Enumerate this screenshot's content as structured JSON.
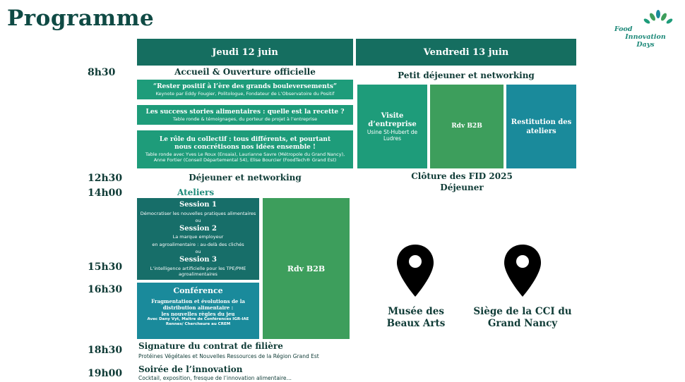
{
  "title": "Programme",
  "logo": {
    "line1": "Food",
    "line2": "Innovation",
    "line3": "Days"
  },
  "days": {
    "day1": "Jeudi 12 juin",
    "day2": "Vendredi 13 juin"
  },
  "times": {
    "t1": "8h30",
    "t2": "12h30",
    "t3": "14h00",
    "t4": "15h30",
    "t5": "16h30",
    "t6": "18h30",
    "t7": "19h00"
  },
  "day1": {
    "opening": "Accueil & Ouverture officielle",
    "talk1": {
      "title": "“Rester positif à l’ère des grands bouleversements”",
      "sub": "Keynote par Eddy Fougier, Politologue, Fondateur de L’Observatoire du Positif"
    },
    "talk2": {
      "title": "Les success stories alimentaires : quelle est la recette ?",
      "sub": "Table ronde & témoignages, du porteur de projet à l’entreprise"
    },
    "talk3": {
      "title": "Le rôle du collectif : tous différents, et pourtant nous concrétisons nos idées ensemble !",
      "sub": "Table ronde avec Yves Le Roux (Ensaia), Laurianne Savre (Métropole du Grand Nancy), Anne Fortier (Conseil Départemental 54), Elise Bourcier (FoodTech® Grand Est)"
    },
    "lunch": "Déjeuner et networking",
    "workshops": "Ateliers",
    "session1": {
      "title": "Session 1",
      "sub": "Démocratiser les nouvelles pratiques alimentaires"
    },
    "or1": "ou",
    "session2": {
      "title": "Session 2",
      "sub1": "La marque employeur",
      "sub2": "en agroalimentaire : au-delà des clichés"
    },
    "or2": "ou",
    "session3": {
      "title": "Session 3",
      "sub": "L’intelligence artificielle pour les TPE/PME agroalimentaires"
    },
    "rdv": "Rdv B2B",
    "conference": {
      "title": "Conférence",
      "line1": "Fragmentation et évolutions de la distribution alimentaire :",
      "line2": "les nouvelles règles du jeu",
      "speaker": "Avec Dany Vyt, Maître de Conférences IGR-IAE Rennes/ Chercheure au CREM"
    },
    "signature": {
      "title": "Signature du contrat de filière",
      "sub": "Protéines Végétales et Nouvelles Ressources de la Région Grand Est"
    },
    "evening": {
      "title": "Soirée de l’innovation",
      "sub": "Cocktail, exposition, fresque de l’innovation alimentaire…"
    }
  },
  "day2": {
    "breakfast": "Petit déjeuner et networking",
    "visit": {
      "title": "Visite d’entreprise",
      "sub": "Usine St-Hubert de Ludres"
    },
    "rdv": "Rdv B2B",
    "restitution": "Restitution des ateliers",
    "closing1": "Clôture des FID 2025",
    "closing2": "Déjeuner"
  },
  "venues": {
    "v1": "Musée des Beaux Arts",
    "v2": "Siège de la CCI du Grand Nancy"
  },
  "colors": {
    "dark_teal": "#156e60",
    "teal": "#1e9c7a",
    "green": "#3d9e5c",
    "blue": "#1a8a9b",
    "text": "#0f3b36"
  }
}
